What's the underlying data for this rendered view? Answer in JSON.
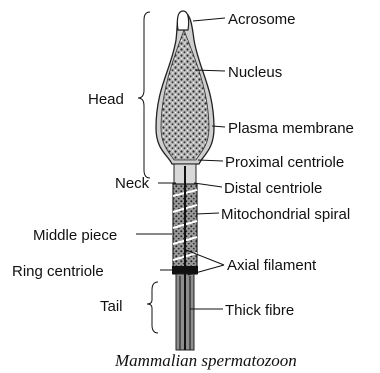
{
  "caption": "Mammalian spermatozoon",
  "labels": {
    "acrosome": "Acrosome",
    "nucleus": "Nucleus",
    "head": "Head",
    "plasma_membrane": "Plasma membrane",
    "proximal_centriole": "Proximal centriole",
    "neck": "Neck",
    "distal_centriole": "Distal centriole",
    "mitochondrial_spiral": "Mitochondrial spiral",
    "middle_piece": "Middle piece",
    "ring_centriole": "Ring centriole",
    "axial_filament": "Axial filament",
    "tail": "Tail",
    "thick_fibre": "Thick fibre"
  }
}
